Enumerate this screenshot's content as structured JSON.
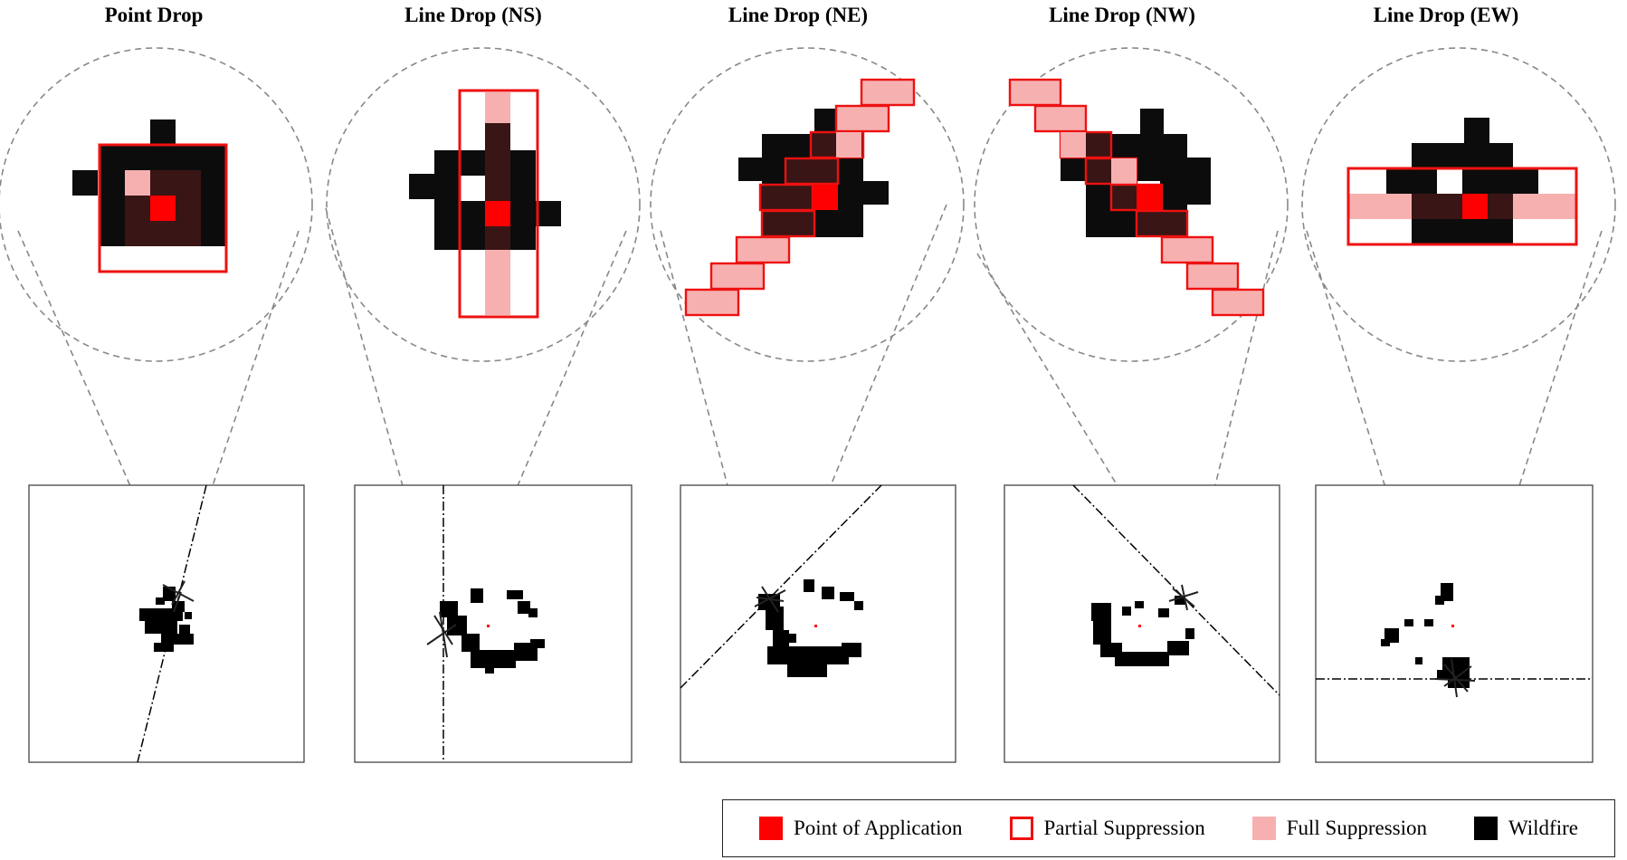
{
  "panels": [
    {
      "title": "Point Drop"
    },
    {
      "title": "Line Drop (NS)"
    },
    {
      "title": "Line Drop (NE)"
    },
    {
      "title": "Line Drop (NW)"
    },
    {
      "title": "Line Drop (EW)"
    }
  ],
  "legend": {
    "items": [
      {
        "label": "Point of Application",
        "color": "#ff0000"
      },
      {
        "label": "Partial Suppression",
        "color": "#ee1111"
      },
      {
        "label": "Full Suppression",
        "color": "#f7b0b0"
      },
      {
        "label": "Wildfire",
        "color": "#000000"
      }
    ]
  },
  "colors": {
    "point": "#ff0000",
    "partial_outline": "#ee1111",
    "full": "#f7b0b0",
    "wildfire": "#0c0c0c",
    "suppressed_fire": "#3a1515",
    "dashed": "#888888"
  }
}
